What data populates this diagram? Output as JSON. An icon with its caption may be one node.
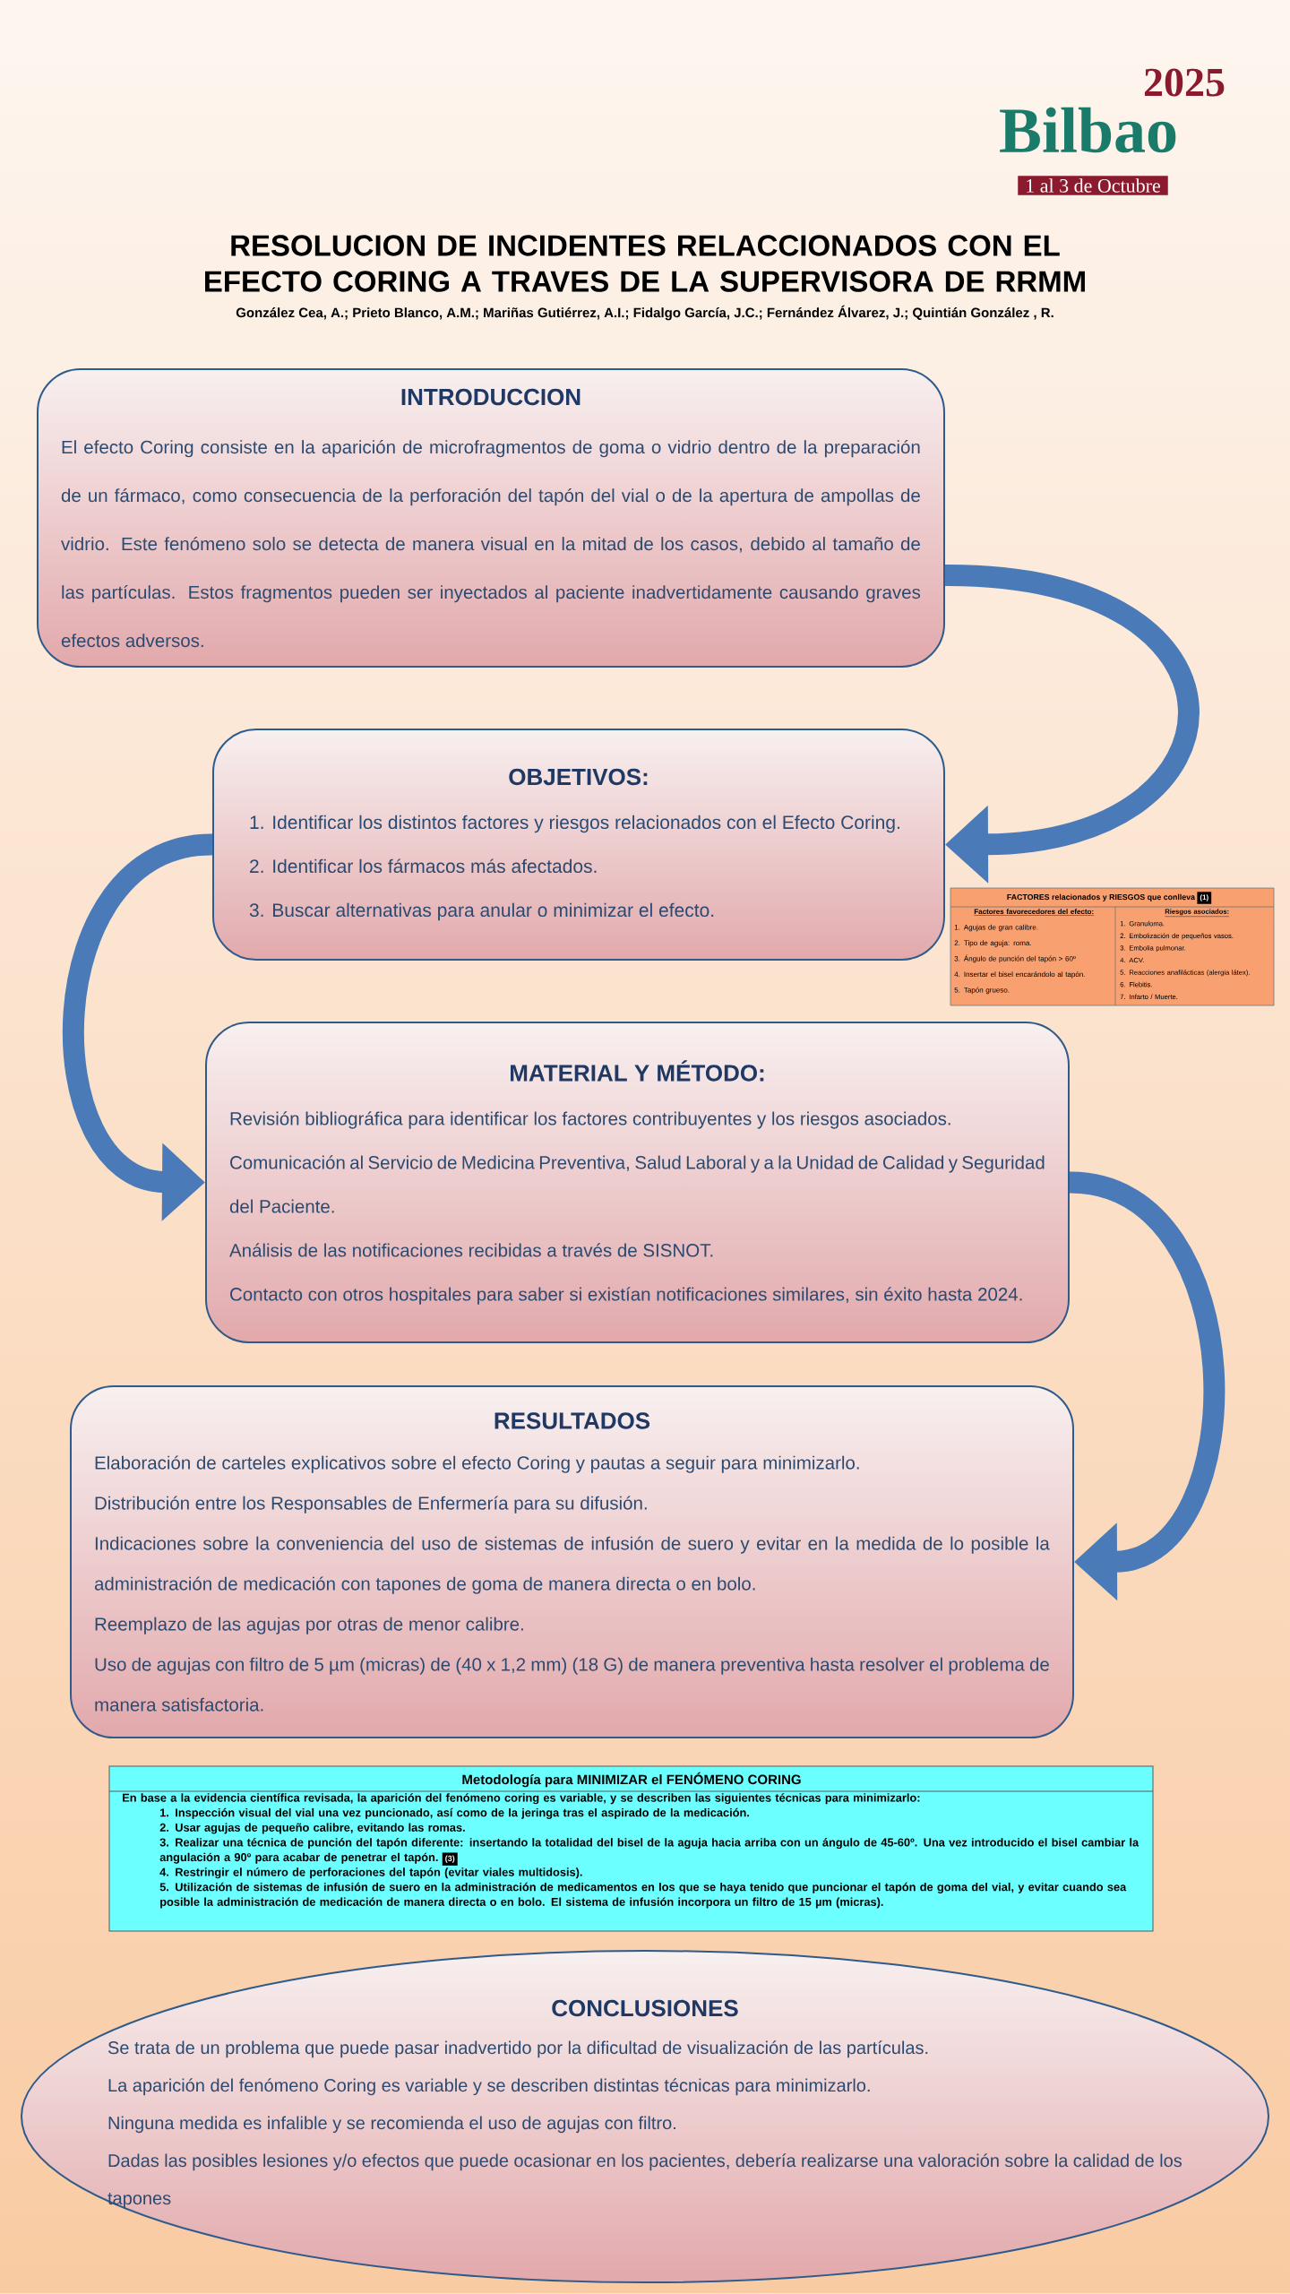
{
  "diagram": {
    "title": "RESOLUCION DE INCIDENTES RELACCIONADOS CON EL EFECTO CORING A TRAVES DE LA SUPERVISORA DE RRMM",
    "nodes": [
      {
        "text": [
          "INTRODUCCION",
          "El efecto Coring consiste en la aparición de microfragmentos de goma o vidrio dentro de la preparación de un fármaco, como consecuencia de la perforación del tapón del vial o de la apertura de ampollas de vidrio. Este fenómeno solo se detecta de manera visual en la mitad de los casos, debido al tamaño de las partículas. Estos fragmentos pueden ser inyectados al paciente inadvertidamente causando graves efectos adversos."
        ]
      },
      {
        "text": [
          "OBJETIVOS:",
          "1. Identificar los distintos factores y riesgos relacionados con el Efecto Coring.",
          "2. Identificar los fármacos más afectados.",
          "3. Buscar alternativas para anular o minimizar el efecto."
        ]
      },
      {
        "text": [
          "MATERIAL Y MÉTODO:",
          "Revisión bibliográfica para identificar los factores contribuyentes y los riesgos asociados.",
          "Comunicación al Servicio de Medicina Preventiva, Salud Laboral y a la Unidad de Calidad y Seguridad del Paciente.",
          "Análisis de  las notificaciones recibidas a través de SISNOT.",
          "Contacto con otros hospitales para saber si existían notificaciones similares, sin éxito hasta 2024."
        ]
      },
      {
        "text": [
          "RESULTADOS",
          "Elaboración de carteles explicativos sobre el efecto Coring y pautas a seguir para minimizarlo.",
          "Distribución entre los Responsables de Enfermería para su difusión.",
          "Indicaciones sobre la conveniencia del uso de sistemas de infusión de suero y evitar en la medida de lo posible la administración de medicación con tapones de goma de manera directa o en bolo.",
          "Reemplazo de las agujas por otras de menor calibre.",
          "Uso de agujas con filtro de 5 µm (micras) de (40 x 1,2 mm) (18 G) de manera preventiva hasta resolver el problema de manera satisfactoria."
        ]
      },
      {
        "text": [
          "CONCLUSIONES",
          "Se trata de un problema que puede pasar inadvertido por la dificultad de visualización de las partículas.",
          "La aparición del fenómeno Coring es variable y se describen distintas técnicas para minimizarlo.",
          "Ninguna medida es infalible y se recomienda el uso de agujas con filtro.",
          "Dadas las posibles lesiones y/o efectos que puede ocasionar en los pacientes, debería realizarse una valoración sobre la calidad de los tapones"
        ]
      }
    ],
    "edges": [
      {
        "from": 0,
        "to": 1,
        "arrow": "to"
      },
      {
        "from": 1,
        "to": 2,
        "arrow": "to"
      },
      {
        "from": 2,
        "to": 3,
        "arrow": "to"
      }
    ],
    "labels": [
      "2025",
      "Bilbao",
      "1 al 3 de Octubre",
      "González Cea, A.; Prieto Blanco, A.M.; Mariñas Gutiérrez, A.I.; Fidalgo García, J.C.; Fernández Álvarez, J.; Quintián González , R.",
      "FACTORES relacionados y RIESGOS que conlleva",
      "(1)",
      "Factores favorecedores del efecto:",
      "1. Agujas de gran calibre.",
      "2. Tipo de aguja: roma.",
      "3. Ángulo de punción del tapón > 60º",
      "4. Insertar el bisel encarándolo al tapón.",
      "5. Tapón grueso.",
      "Riesgos asociados:",
      "1. Granuloma.",
      "2. Embolización de pequeños vasos.",
      "3. Embolia pulmonar.",
      "4. ACV.",
      "5. Reacciones anafilácticas (alergia látex).",
      "6. Flebitis.",
      "7. Infarto / Muerte.",
      "Metodología para MINIMIZAR el FENÓMENO CORING",
      "En base a la evidencia científica revisada, la aparición del fenómeno coring es variable, y se describen las siguientes técnicas para minimizarlo:",
      "**1**. Inspección visual del vial una vez puncionado, así como de la jeringa tras el aspirado de la medicación.",
      "**2**. Usar agujas de pequeño calibre, evitando las romas.",
      "**3**. Realizar una técnica de punción del tapón diferente: insertando la totalidad del bisel de la aguja hacia arriba con un ángulo de 45-60º. Una vez introducido el bisel cambiar la angulación a 90º para acabar de penetrar el tapón.",
      "(3)",
      "**4**. Restringir el número de perforaciones del tapón (evitar viales multidosis).",
      "**5**. Utilización de sistemas de infusión de suero en la administración de medicamentos en los que se haya tenido que puncionar el tapón de goma del vial, y evitar cuando sea posible la administración de medicación de manera directa o en bolo. El sistema de infusión incorpora un filtro de 15 µm (micras)."
    ]
  }
}
